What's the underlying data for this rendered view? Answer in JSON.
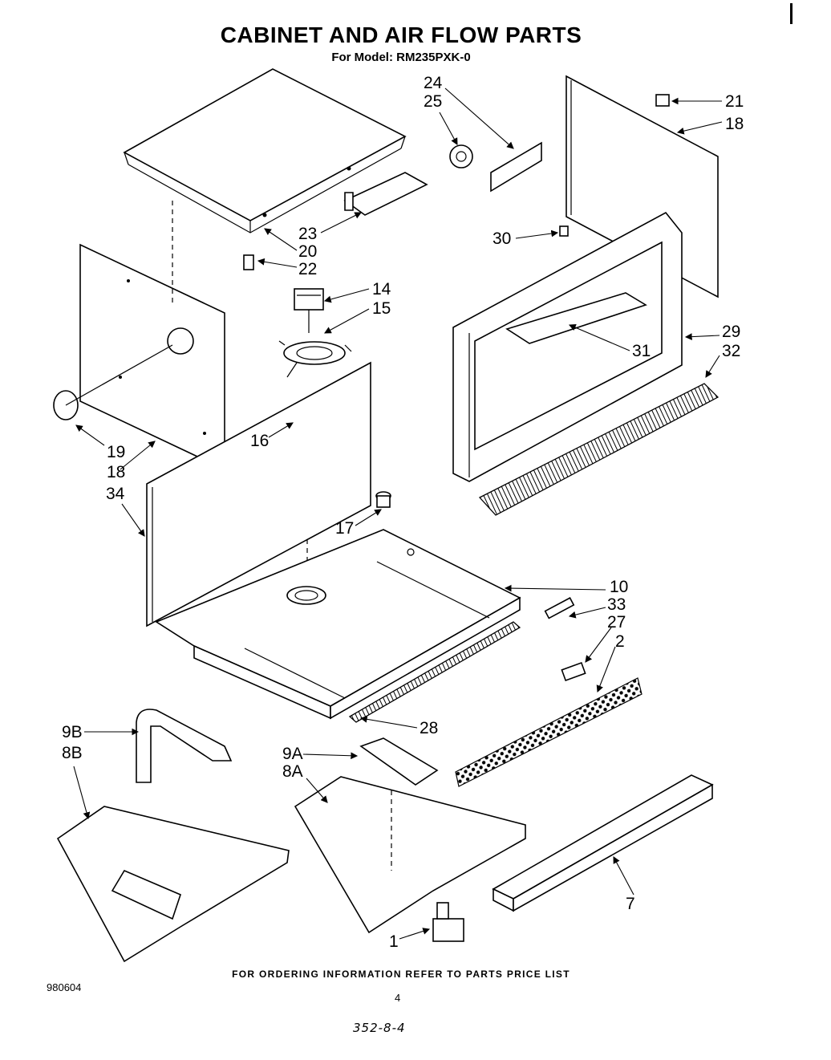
{
  "title": "CABINET AND AIR FLOW PARTS",
  "subtitle": "For Model: RM235PXK-0",
  "footer_note": "FOR ORDERING INFORMATION REFER TO PARTS PRICE LIST",
  "doc_number": "980604",
  "page_number": "4",
  "handwritten_note": "352-8-4",
  "callouts": [
    {
      "id": "24",
      "label": "24"
    },
    {
      "id": "25",
      "label": "25"
    },
    {
      "id": "21",
      "label": "21"
    },
    {
      "id": "18a",
      "label": "18"
    },
    {
      "id": "23",
      "label": "23"
    },
    {
      "id": "20",
      "label": "20"
    },
    {
      "id": "22",
      "label": "22"
    },
    {
      "id": "30",
      "label": "30"
    },
    {
      "id": "14",
      "label": "14"
    },
    {
      "id": "15",
      "label": "15"
    },
    {
      "id": "29",
      "label": "29"
    },
    {
      "id": "32",
      "label": "32"
    },
    {
      "id": "31",
      "label": "31"
    },
    {
      "id": "16",
      "label": "16"
    },
    {
      "id": "19",
      "label": "19"
    },
    {
      "id": "18b",
      "label": "18"
    },
    {
      "id": "34",
      "label": "34"
    },
    {
      "id": "17",
      "label": "17"
    },
    {
      "id": "10",
      "label": "10"
    },
    {
      "id": "33",
      "label": "33"
    },
    {
      "id": "27",
      "label": "27"
    },
    {
      "id": "2",
      "label": "2"
    },
    {
      "id": "28",
      "label": "28"
    },
    {
      "id": "9B",
      "label": "9B"
    },
    {
      "id": "8B",
      "label": "8B"
    },
    {
      "id": "9A",
      "label": "9A"
    },
    {
      "id": "8A",
      "label": "8A"
    },
    {
      "id": "7",
      "label": "7"
    },
    {
      "id": "1",
      "label": "1"
    }
  ]
}
